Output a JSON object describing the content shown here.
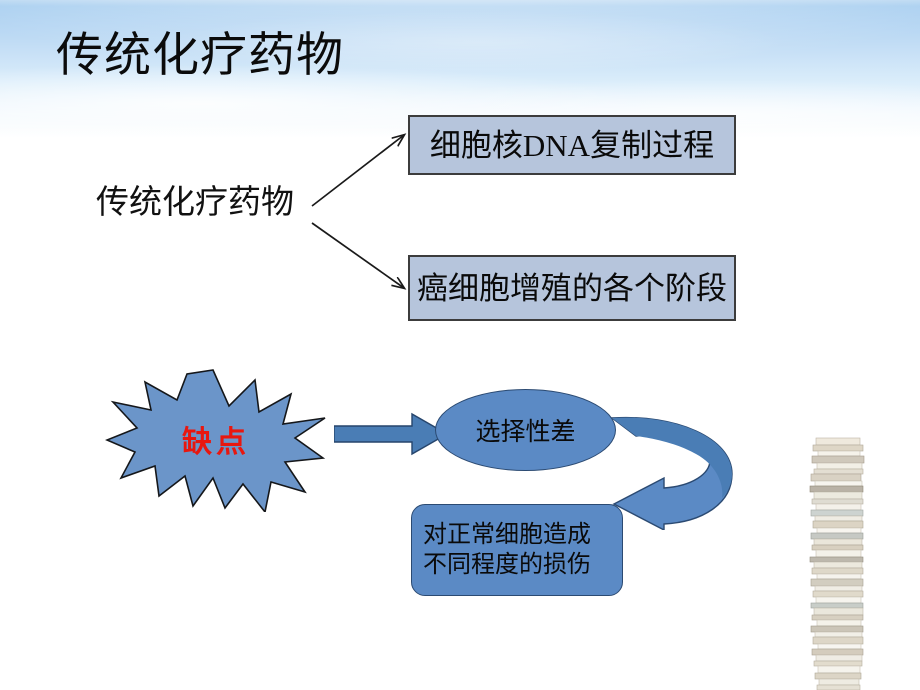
{
  "slide": {
    "title": "传统化疗药物",
    "background": {
      "sky_top_color": "#a9cff0",
      "sky_bottom_color": "#ffffff",
      "body_color": "#ffffff"
    }
  },
  "diagram_top": {
    "source_label": "传统化疗药物",
    "targets": [
      {
        "text": "细胞核DNA复制过程"
      },
      {
        "text": "癌细胞增殖的各个阶段"
      }
    ],
    "box_fill": "#b6c5dc",
    "box_border": "#3c3c3c",
    "arrow_color": "#1a1a1a"
  },
  "diagram_bottom": {
    "starburst_label": "缺点",
    "starburst_text_color": "#e8170f",
    "starburst_fill": "#5b8ac5",
    "ellipse_label": "选择性差",
    "consequence_lines": [
      "对正常细胞造成",
      "不同程度的损伤"
    ],
    "shape_fill": "#5b8ac5",
    "shape_border": "#2b4a72",
    "block_arrow_fill": "#4a7db5",
    "curved_arrow_fill": "#5b8ac5"
  },
  "decoration": {
    "books_image_name": "stack-of-books-photo"
  }
}
